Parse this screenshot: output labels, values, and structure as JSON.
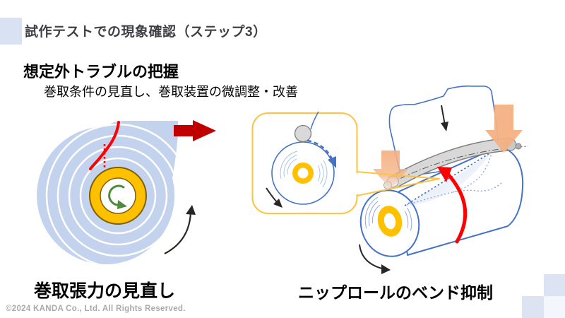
{
  "slide": {
    "header": {
      "title": "試作テストでの現象確認（ステップ3）"
    },
    "body": {
      "heading": "想定外トラブルの把握",
      "subheading": "巻取条件の見直し、巻取装置の微調整・改善",
      "caption_left": "巻取張力の見直し",
      "caption_right": "ニップロールのベンド抑制"
    },
    "footer": {
      "copyright": "©2024 KANDA Co., Ltd. All Rights Reserved."
    },
    "colors": {
      "accent_square": "#D9E2F3",
      "roll_fill_blue": "#C3D2ED",
      "core_yellow": "#FFC000",
      "core_outline": "#7F6000",
      "web_exit_arrow_red": "#C00000",
      "defect_line_red": "#FF0000",
      "diagram_outline_blue": "#4472C4",
      "spiral_line_blue": "#8FAADC",
      "callout_border_yellow": "#FFC33F",
      "nip_roll_gray": "#D8D8D8",
      "press_arrow_orange": "#F4B183",
      "rotation_arrow_green": "#4F8A3D",
      "title_gray": "#3F4046",
      "footer_gray": "#A9A9A9"
    },
    "icons": [
      {
        "name": "web-exit-arrow",
        "meaning": "web leaving wound roll to the right"
      },
      {
        "name": "core-rotation-arrow",
        "meaning": "green counterclockwise core rotation"
      },
      {
        "name": "roll-rotation-arrow",
        "meaning": "black curved rotation arrow"
      },
      {
        "name": "press-down-arrow",
        "meaning": "orange nip pressing force"
      },
      {
        "name": "bend-arrow",
        "meaning": "red arrow showing bend suppression on drum"
      }
    ]
  }
}
